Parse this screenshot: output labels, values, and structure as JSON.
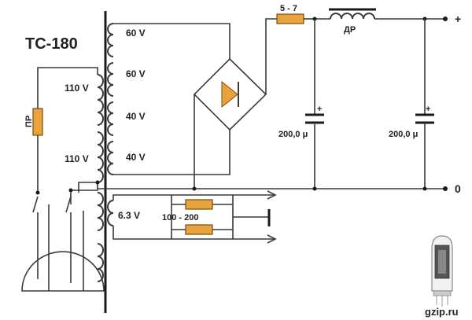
{
  "transformer": {
    "name": "ТС-180",
    "primary_winding_1": "110 V",
    "primary_winding_2": "110 V",
    "secondary_1": "60 V",
    "secondary_2": "60 V",
    "secondary_3": "40 V",
    "secondary_4": "40 V",
    "filament": "6.3 V"
  },
  "fuse": {
    "label": "ПР"
  },
  "series_resistor": {
    "label": "5 - 7"
  },
  "choke": {
    "label": "ДР"
  },
  "capacitor_1": {
    "label": "200,0 μ",
    "polarity": "+"
  },
  "capacitor_2": {
    "label": "200,0 μ",
    "polarity": "+"
  },
  "filament_resistors": {
    "label": "100 - 200"
  },
  "output": {
    "plus": "+",
    "zero": "0"
  },
  "watermark": "gzip.ru",
  "colors": {
    "resistor": "#e8a33c",
    "diode": "#e8a33c",
    "wire": "#3a3a3a"
  }
}
